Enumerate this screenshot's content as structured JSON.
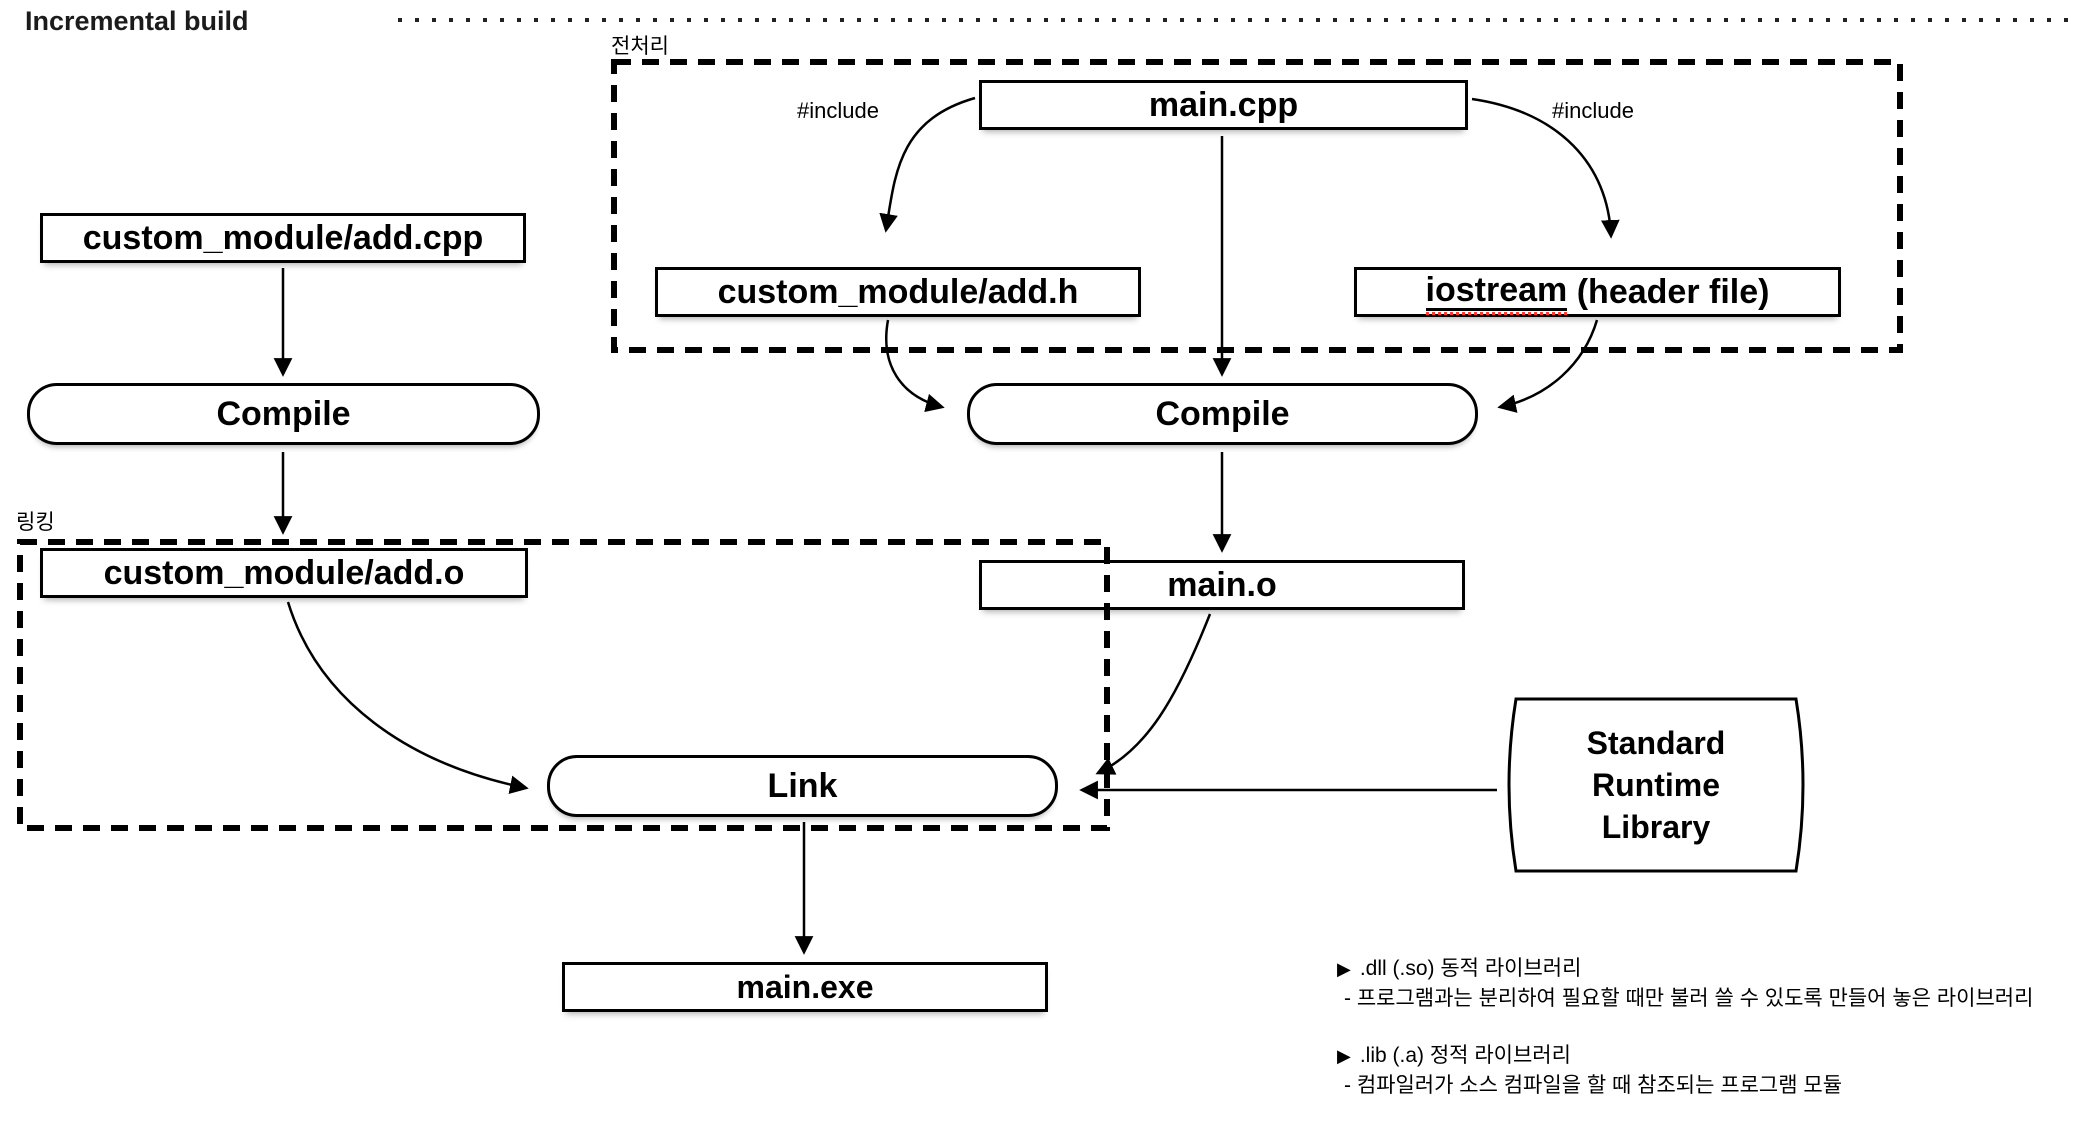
{
  "title": "Incremental build",
  "regions": {
    "preprocess": "전처리",
    "linking": "링킹"
  },
  "nodes": {
    "main_cpp": "main.cpp",
    "custom_add_cpp": "custom_module/add.cpp",
    "custom_add_h": "custom_module/add.h",
    "iostream_word": "iostream",
    "iostream_rest": " (header file)",
    "compile_left": "Compile",
    "compile_right": "Compile",
    "custom_add_o": "custom_module/add.o",
    "main_o": "main.o",
    "link": "Link",
    "srl_lines": [
      "Standard",
      "Runtime",
      "Library"
    ],
    "main_exe": "main.exe"
  },
  "edge_labels": {
    "include_left": "#include",
    "include_right": "#include"
  },
  "notes": [
    {
      "bullet": "▶",
      "heading": ".dll (.so) 동적 라이브러리",
      "description": "- 프로그램과는 분리하여 필요할 때만 불러 쓸 수 있도록 만들어 놓은 라이브러리"
    },
    {
      "bullet": "▶",
      "heading": ".lib (.a) 정적 라이브러리",
      "description": "- 컴파일러가 소스 컴파일을 할 때 참조되는 프로그램 모듈"
    }
  ],
  "colors": {
    "ink": "#000000",
    "spell_underline": "#ff3b30"
  }
}
